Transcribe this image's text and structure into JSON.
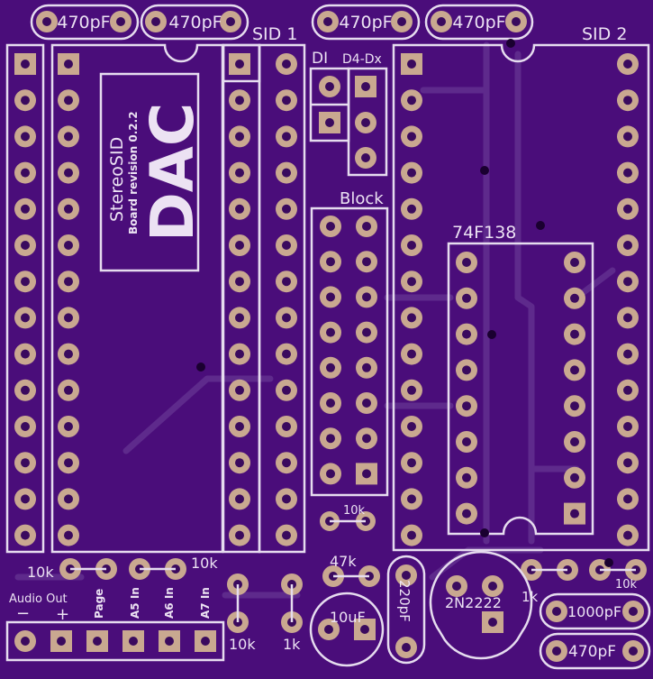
{
  "labels": {
    "cap_470_a": "470pF",
    "cap_470_b": "470pF",
    "cap_470_c": "470pF",
    "cap_470_d": "470pF",
    "cap_470_e": "470pF",
    "sid1": "SID 1",
    "sid2": "SID 2",
    "di": "DI",
    "d4dx": "D4-Dx",
    "block": "Block",
    "ic_74f138": "74F138",
    "stereosid": "StereoSID",
    "board_revision": "Board revision 0.2.2",
    "logo_text": "DAC",
    "res_10k_left": "10k",
    "res_10k_mid": "10k",
    "res_10k_vert": "10k",
    "res_1k_vert": "1k",
    "res_47k": "47k",
    "res_10k_small": "10k",
    "cap_10uf": "10uF",
    "cap_220pf": "220pF",
    "transistor": "2N2222",
    "res_1k_right": "1k",
    "res_10k_right": "10k",
    "cap_1000pf": "1000pF",
    "audio_out": "Audio Out",
    "minus": "−",
    "plus": "+",
    "page": "Page",
    "a5_in": "A5 In",
    "a6_in": "A6 In",
    "a7_in": "A7 In"
  },
  "colors": {
    "board": "#4a0d7a",
    "silkscreen": "#e6dcef",
    "pad_copper": "#c9a890",
    "trace": "#5e2a8c"
  }
}
